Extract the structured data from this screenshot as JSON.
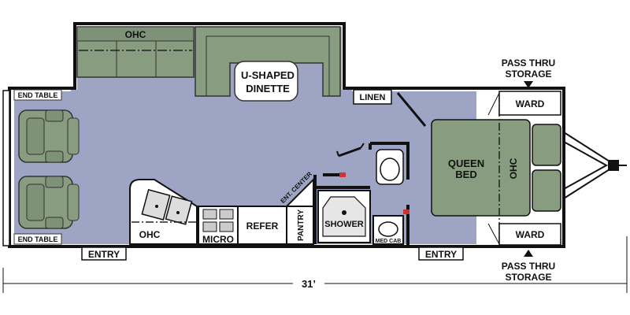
{
  "labels": {
    "ohc_top": "OHC",
    "dinette_line1": "U-SHAPED",
    "dinette_line2": "DINETTE",
    "end_table_top": "END TABLE",
    "end_table_bottom": "END TABLE",
    "linen": "LINEN",
    "pass_thru_top_line1": "PASS THRU",
    "pass_thru_top_line2": "STORAGE",
    "ward_top": "WARD",
    "ward_bottom": "WARD",
    "queen_line1": "QUEEN",
    "queen_line2": "BED",
    "ohc_bed": "OHC",
    "ent_center": "ENT. CENTER",
    "ohc_kitchen": "OHC",
    "micro": "MICRO",
    "refer": "REFER",
    "pantry": "PANTRY",
    "shower": "SHOWER",
    "med_cab": "MED CAB",
    "entry_left": "ENTRY",
    "entry_right": "ENTRY",
    "pass_thru_bottom_line1": "PASS THRU",
    "pass_thru_bottom_line2": "STORAGE",
    "length": "31’"
  },
  "colors": {
    "floor": "#9ea4c4",
    "furniture": "#889d80",
    "furniture_dark": "#6f8468",
    "wall": "#111111",
    "counter": "#ffffff"
  }
}
